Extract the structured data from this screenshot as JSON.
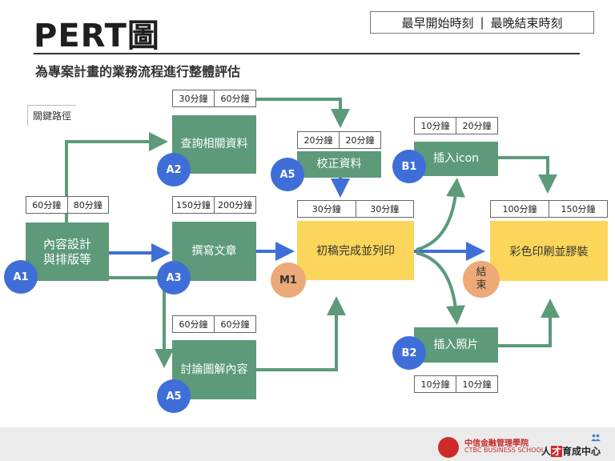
{
  "header": {
    "title": "PERT圖",
    "subtitle": "為專案計畫的業務流程進行整體評估",
    "legend_left": "最早開始時刻",
    "legend_sep": "|",
    "legend_right": "最晚結束時刻",
    "critical_path_label": "關鍵路徑"
  },
  "tasks": {
    "inner": {
      "label_line1": "內容設計",
      "label_line2": "與排版等",
      "badge": "A1",
      "early": "60分鐘",
      "late": "80分鐘"
    },
    "query": {
      "label": "查詢相關資料",
      "badge": "A2",
      "early": "30分鐘",
      "late": "60分鐘"
    },
    "write": {
      "label": "撰寫文章",
      "badge": "A3",
      "early": "150分鐘",
      "late": "200分鐘"
    },
    "discuss": {
      "label": "討論圖解內容",
      "badge": "A5",
      "early": "60分鐘",
      "late": "60分鐘"
    },
    "proof": {
      "label": "校正資料",
      "badge": "A5",
      "early": "20分鐘",
      "late": "20分鐘"
    },
    "draft": {
      "label": "初稿完成並列印",
      "badge": "M1",
      "early": "30分鐘",
      "late": "30分鐘"
    },
    "icon": {
      "label": "插入icon",
      "badge": "B1",
      "early": "10分鐘",
      "late": "20分鐘"
    },
    "photo": {
      "label": "插入照片",
      "badge": "B2",
      "early": "10分鐘",
      "late": "10分鐘"
    },
    "color": {
      "label": "彩色印刷並膠裝",
      "badge_line1": "結",
      "badge_line2": "束",
      "early": "100分鐘",
      "late": "150分鐘"
    }
  },
  "footer": {
    "school_zh": "中信金融管理學院",
    "school_en": "CTBC BUSINESS SCHOOL",
    "hr_part1": "人",
    "hr_part2": "才",
    "hr_part3": "育成中心"
  },
  "colors": {
    "green": "#5c9a7a",
    "yellow": "#fbd65a",
    "blue": "#3f6ed8",
    "orange": "#eda977",
    "arrow_green": "#5c9a7a",
    "arrow_blue": "#3f6ed8"
  }
}
